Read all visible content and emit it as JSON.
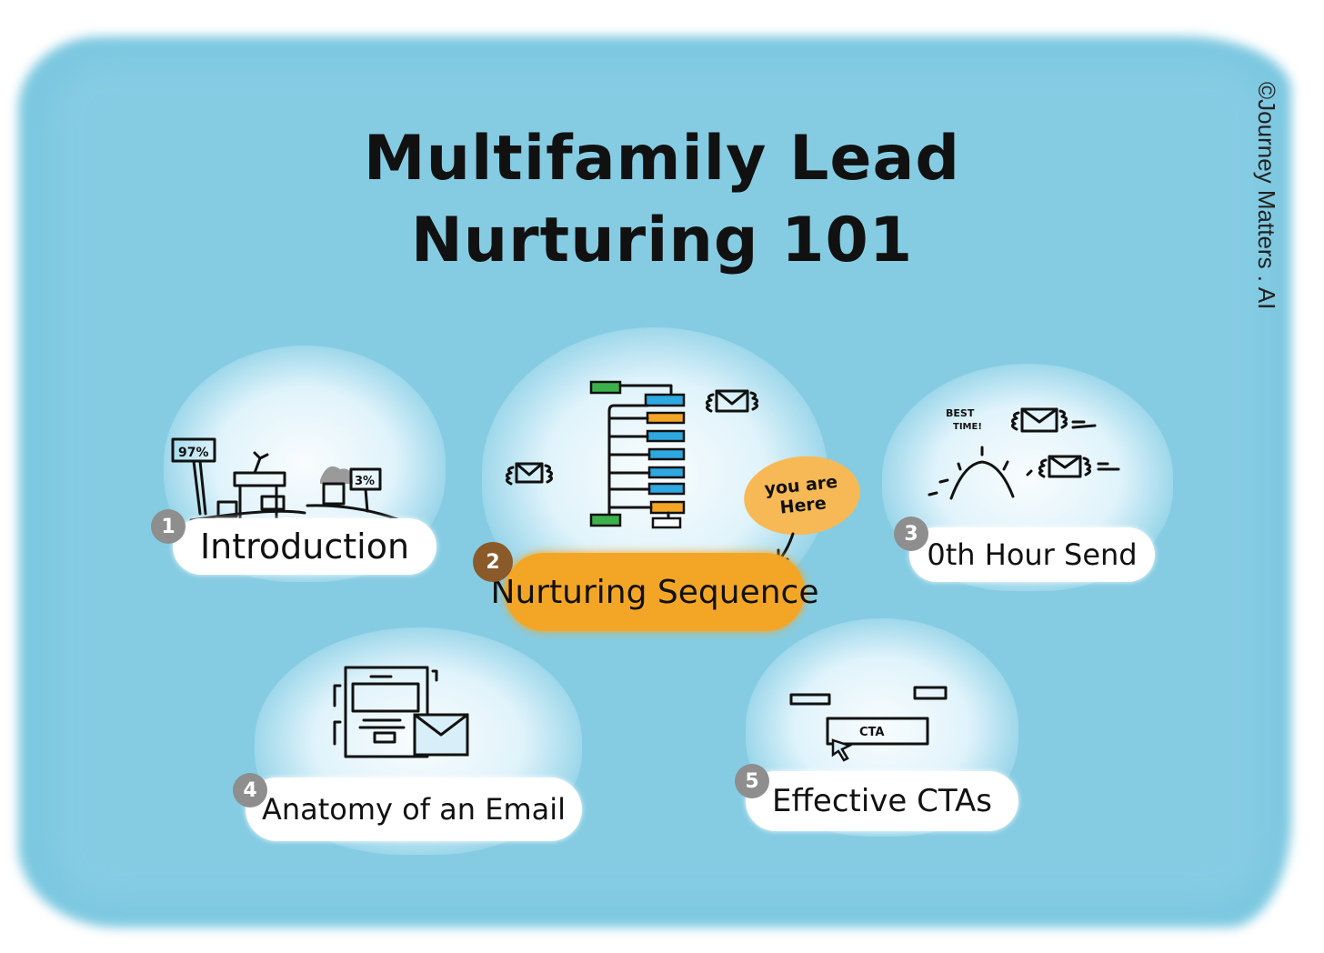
{
  "title": {
    "line1": "Multifamily Lead",
    "line2": "Nurturing 101"
  },
  "copyright": "©Journey Matters . AI",
  "colors": {
    "background_wash": "#7cc8e0",
    "active_highlight": "#f3a626",
    "active_badge": "#8a5a2b",
    "inactive_badge": "#8e8e8e",
    "bar_blue": "#2ea8e0",
    "bar_orange": "#f3a626",
    "bar_green": "#3cb04a"
  },
  "you_are_here": {
    "line1": "you are",
    "line2": "Here"
  },
  "steps": [
    {
      "number": "1",
      "label": "Introduction",
      "icon": "sales-percentage-signs-icon",
      "illustration_text": [
        "97%",
        "3%"
      ],
      "active": false
    },
    {
      "number": "2",
      "label": "Nurturing Sequence",
      "icon": "sequence-flowchart-icon",
      "active": true
    },
    {
      "number": "3",
      "label": "0th Hour Send",
      "icon": "sunrise-email-icon",
      "illustration_text": [
        "BEST",
        "TIME!"
      ],
      "active": false
    },
    {
      "number": "4",
      "label": "Anatomy of an Email",
      "icon": "email-layout-icon",
      "active": false
    },
    {
      "number": "5",
      "label": "Effective CTAs",
      "icon": "cta-button-cursor-icon",
      "illustration_text": [
        "CTA"
      ],
      "active": false
    }
  ]
}
